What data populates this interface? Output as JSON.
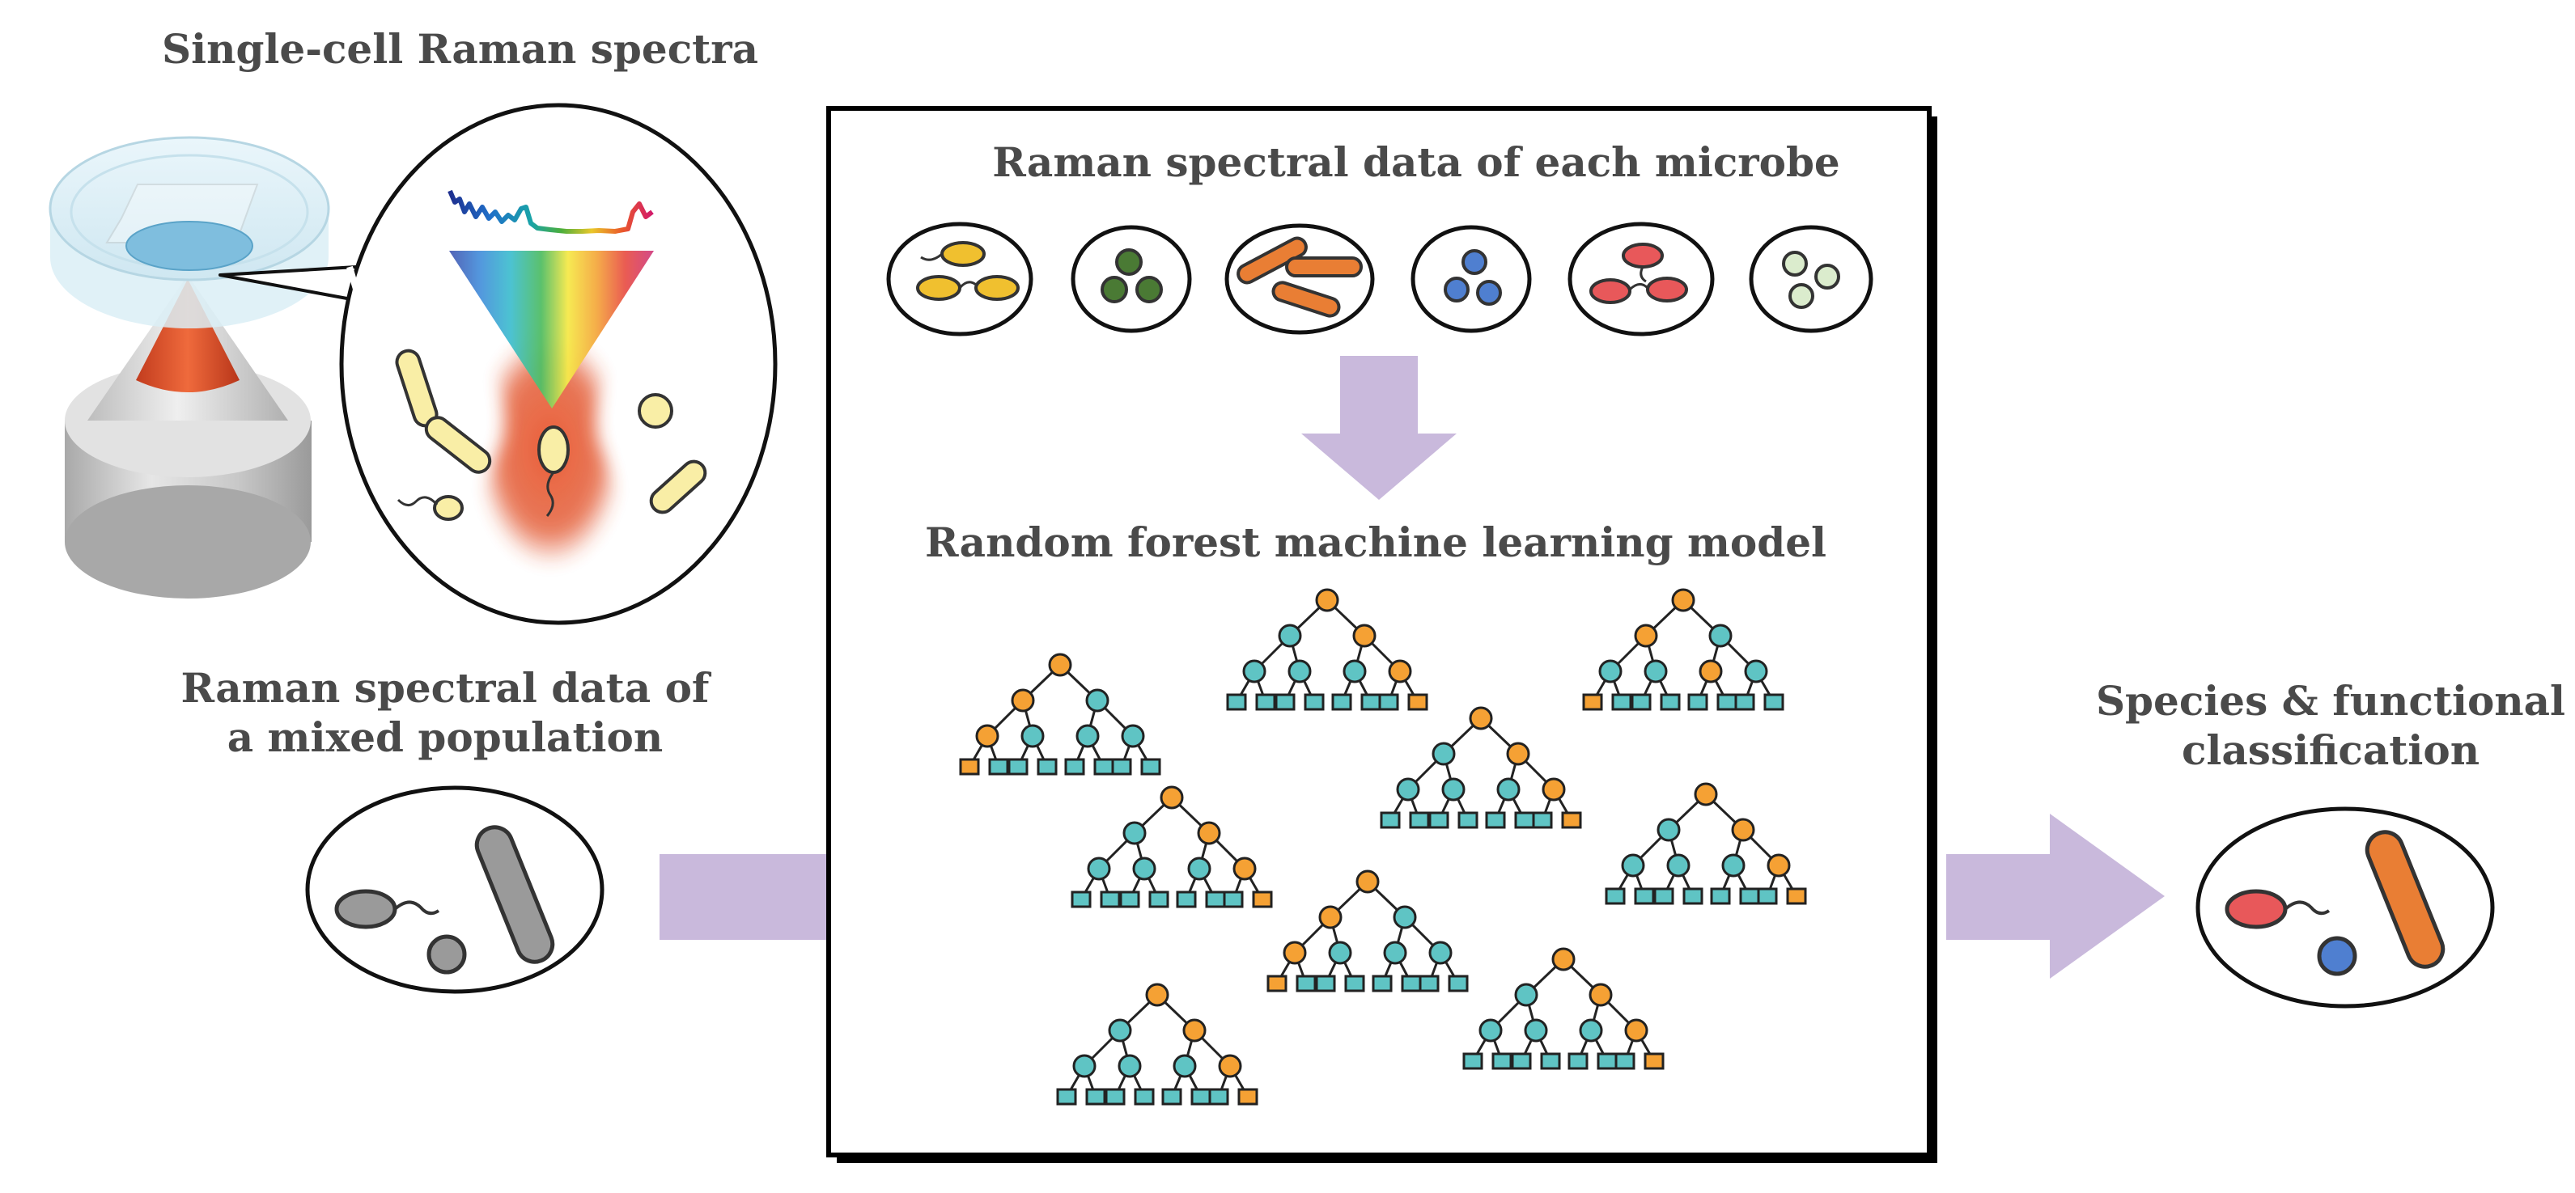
{
  "labels": {
    "single_cell": "Single-cell Raman spectra",
    "each_microbe": "Raman spectral data of each microbe",
    "forest_model": "Random forest machine learning model",
    "mixed_line1": "Raman spectral data of",
    "mixed_line2": "a mixed population",
    "species_line1": "Species & functional",
    "species_line2": "classification"
  },
  "colors": {
    "text": "#4a4a4a",
    "arrow": "#c9b9dc",
    "tree_node_teal": "#5fc4c4",
    "tree_node_orange": "#f5a134",
    "laser_red": "#e0552d",
    "cell_yellow": "#f9eea6",
    "microbe_orange": "#f0c02f",
    "microbe_green": "#4a7a34",
    "microbe_rod": "#e97e34",
    "microbe_blue": "#4f7fd0",
    "microbe_red": "#e8585a",
    "microbe_pale": "#dbeccd",
    "mixed_gray": "#9a9a9a"
  },
  "icons": {
    "microscope": "microscope-objective-icon",
    "spectrum": "raman-spectrum-icon",
    "tree": "decision-tree-icon"
  }
}
